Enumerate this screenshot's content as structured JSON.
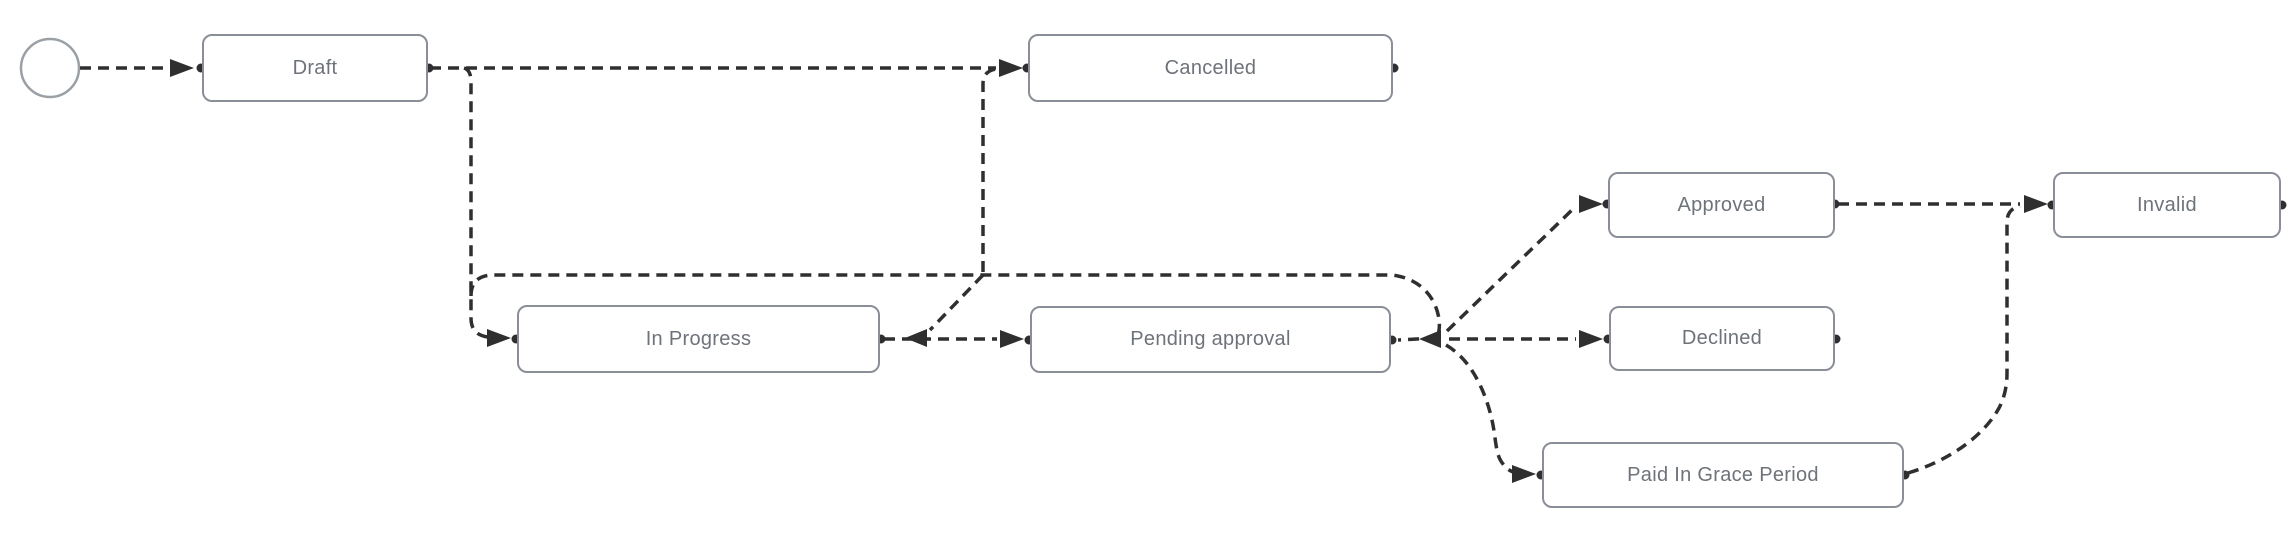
{
  "diagram": {
    "type": "state-machine",
    "start_node": {
      "kind": "initial-state",
      "shape": "circle"
    },
    "states": [
      {
        "id": "draft",
        "label": "Draft"
      },
      {
        "id": "cancelled",
        "label": "Cancelled"
      },
      {
        "id": "in_progress",
        "label": "In Progress"
      },
      {
        "id": "pending_approval",
        "label": "Pending approval"
      },
      {
        "id": "approved",
        "label": "Approved"
      },
      {
        "id": "declined",
        "label": "Declined"
      },
      {
        "id": "paid_in_grace_period",
        "label": "Paid In Grace Period"
      },
      {
        "id": "invalid",
        "label": "Invalid"
      }
    ],
    "transitions": [
      {
        "from": "start",
        "to": "draft"
      },
      {
        "from": "draft",
        "to": "cancelled"
      },
      {
        "from": "draft",
        "to": "in_progress"
      },
      {
        "from": "draft",
        "to": "pending_approval"
      },
      {
        "from": "in_progress",
        "to": "pending_approval"
      },
      {
        "from": "pending_approval",
        "to": "in_progress"
      },
      {
        "from": "pending_approval",
        "to": "cancelled"
      },
      {
        "from": "pending_approval",
        "to": "approved"
      },
      {
        "from": "pending_approval",
        "to": "declined"
      },
      {
        "from": "pending_approval",
        "to": "paid_in_grace_period"
      },
      {
        "from": "approved",
        "to": "invalid"
      },
      {
        "from": "paid_in_grace_period",
        "to": "invalid"
      }
    ],
    "edge_style": "dashed",
    "colors": {
      "background": "#ffffff",
      "edge": "#2f2f2f",
      "node_border": "#8a8f97",
      "node_fill": "#ffffff",
      "node_label": "#6e737a",
      "start_circle_border": "#9aa0a6"
    }
  }
}
